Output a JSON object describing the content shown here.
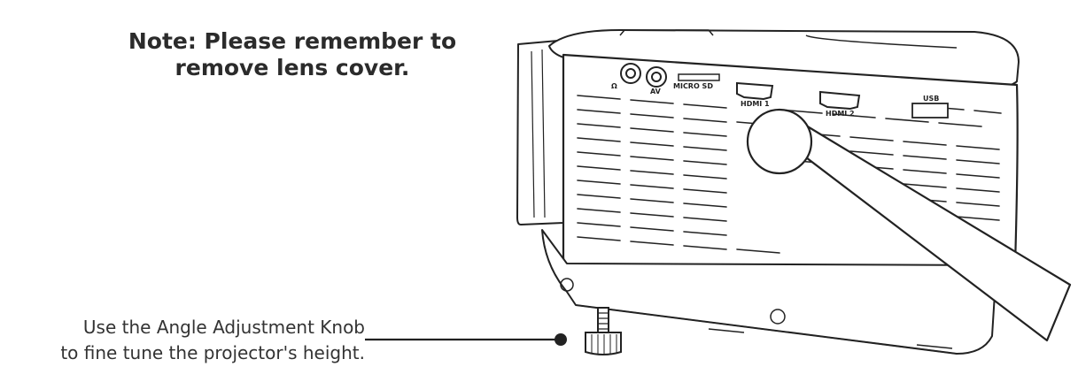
{
  "note": {
    "line1": "Note: Please remember to",
    "line2": "remove lens cover."
  },
  "caption": {
    "line1": "Use the Angle Adjustment Knob",
    "line2": "to fine tune the projector's height."
  },
  "ports": {
    "headphone": "Ω",
    "av": "AV",
    "micro_sd": "MICRO SD",
    "hdmi1": "HDMI 1",
    "hdmi2": "HDMI 2",
    "usb": "USB"
  },
  "icons": [
    "headphone-port-icon",
    "av-port-icon",
    "micro-sd-slot-icon",
    "hdmi-port-icon",
    "usb-port-icon",
    "angle-adjustment-knob-icon"
  ],
  "colors": {
    "ink": "#222222",
    "text": "#333333"
  }
}
